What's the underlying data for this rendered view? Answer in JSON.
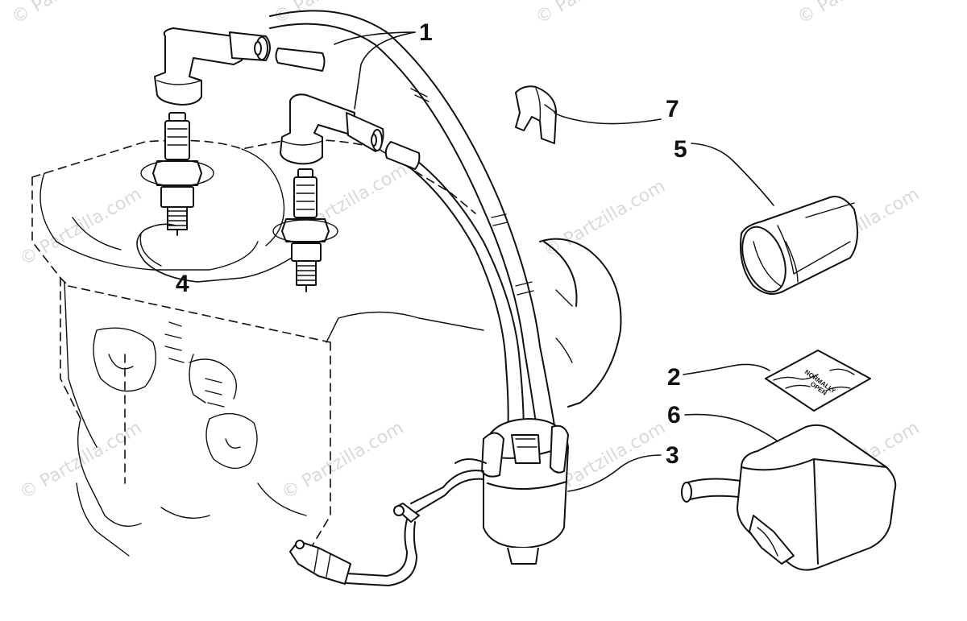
{
  "watermark": "© Partzilla.com",
  "callouts": {
    "c1": "1",
    "c2": "2",
    "c3": "3",
    "c4": "4",
    "c5": "5",
    "c6": "6",
    "c7": "7"
  },
  "decal_text": {
    "line1": "NORMALLY",
    "line2": "OPEN"
  }
}
